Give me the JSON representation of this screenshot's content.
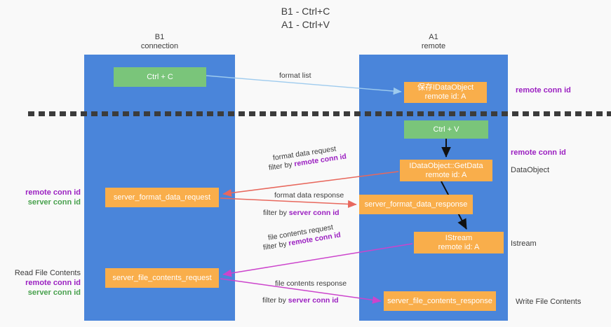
{
  "title": {
    "line1": "B1 - Ctrl+C",
    "line2": "A1 - Ctrl+V"
  },
  "lanes": [
    {
      "id": "b1",
      "name": "B1",
      "role": "connection",
      "color": "#4a85da"
    },
    {
      "id": "a1",
      "name": "A1",
      "role": "remote",
      "color": "#4a85da"
    }
  ],
  "nodes": {
    "ctrl_c": {
      "line1": "Ctrl + C",
      "line2": "",
      "color": "#7ac57a"
    },
    "save_idataobject": {
      "line1": "保存IDataObject",
      "line2": "remote id: A",
      "color": "#f9ae4b"
    },
    "ctrl_v": {
      "line1": "Ctrl + V",
      "line2": "",
      "color": "#7ac57a"
    },
    "getdata": {
      "line1": "IDataObject::GetData",
      "line2": "remote id: A",
      "color": "#f9ae4b"
    },
    "server_format_data_request": {
      "line1": "server_format_data_request",
      "line2": "",
      "color": "#f9ae4b"
    },
    "server_format_data_response": {
      "line1": "server_format_data_response",
      "line2": "",
      "color": "#f9ae4b"
    },
    "istream": {
      "line1": "IStream",
      "line2": "remote id: A",
      "color": "#f9ae4b"
    },
    "server_file_contents_request": {
      "line1": "server_file_contents_request",
      "line2": "",
      "color": "#f9ae4b"
    },
    "server_file_contents_response": {
      "line1": "server_file_contents_response",
      "line2": "",
      "color": "#f9ae4b"
    }
  },
  "edge_labels": {
    "format_list": "format list",
    "format_data_request": "format data request",
    "format_data_request_filter_prefix": "filter by ",
    "format_data_request_filter_key": "remote conn id",
    "format_data_response": "format data response",
    "format_data_response_filter_prefix": "filter by ",
    "format_data_response_filter_key": "server conn id",
    "file_contents_request": "file contents request",
    "file_contents_request_filter_prefix": "filter by ",
    "file_contents_request_filter_key": "remote conn id",
    "file_contents_response": "file contents response",
    "file_contents_response_filter_prefix": "filter by ",
    "file_contents_response_filter_key": "server conn id"
  },
  "annotations": {
    "right_remote_conn_id_1": "remote conn id",
    "right_remote_conn_id_2": "remote conn id",
    "dataobject": "DataObject",
    "istream": "Istream",
    "write_file_contents": "Write File Contents",
    "read_file_contents": "Read File Contents",
    "left_remote_conn_id_1": "remote conn id",
    "left_server_conn_id_1": "server conn id",
    "left_remote_conn_id_2": "remote conn id",
    "left_server_conn_id_2": "server conn id"
  },
  "colors": {
    "lane": "#4a85da",
    "green_node": "#7ac57a",
    "orange_node": "#f9ae4b",
    "purple_text": "#9b1fc1",
    "green_text": "#48a14d",
    "black_text": "#3c3c3c",
    "arrow_lightblue": "#9ecbee",
    "arrow_red": "#e8685d",
    "arrow_magenta": "#cc44cc",
    "arrow_black": "#000000",
    "background": "#f9f9f9"
  }
}
